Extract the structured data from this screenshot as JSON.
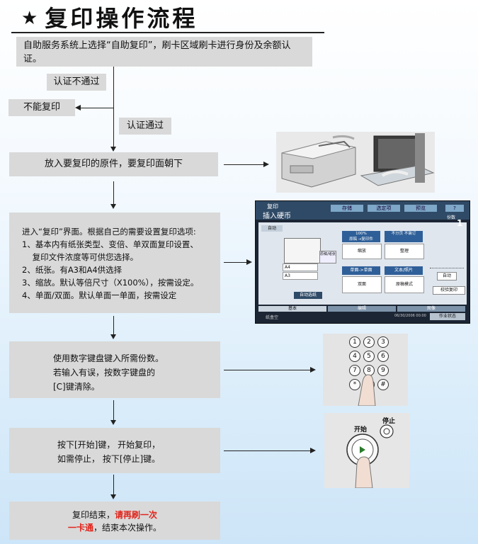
{
  "title": {
    "star": "★",
    "text": "复印操作流程"
  },
  "steps": {
    "step1": "自助服务系统上选择“自助复印”，刷卡区域刷卡进行身份及余额认证。",
    "auth_fail": "认证不通过",
    "cannot_copy": "不能复印",
    "auth_pass": "认证通过",
    "step2": "放入要复印的原件，要复印面朝下",
    "step3_lines": [
      "进入“复印”界面。根据自己的需要设置复印选项:",
      "1、基本内有纸张类型、变倍、单双面复印设置、",
      "    复印文件浓度等可供您选择。",
      "2、纸张。有A3和A4供选择",
      "3、缩放。默认等倍尺寸（X100%），按需设定。",
      "4、单面/双面。默认单面一单面，按需设定"
    ],
    "step4_lines": [
      "使用数字键盘键入所需份数。",
      "若输入有误，按数字键盘的",
      "[C]键清除。"
    ],
    "step5_lines": [
      "按下[开始]键， 开始复印，",
      "如需停止， 按下[停止]键。"
    ],
    "step6": {
      "prefix": "复印结束，",
      "highlight1": "请再刷一次",
      "highlight2": "一卡通",
      "suffix": "，结束本次操作。"
    }
  },
  "panel_screen": {
    "title": "复印",
    "subtitle": "插入硬币",
    "top_buttons": [
      "存储",
      "选定项",
      "预览"
    ],
    "help": "?",
    "copies_label": "份数",
    "copies": "1",
    "auto": "自动",
    "paper_a4": "A4",
    "paper_a3": "A3",
    "orig_label": "原稿/纸张",
    "auto_paper": "自动选纸",
    "zoom_value": "100%",
    "zoom_label": "原稿 →复印件",
    "zoom_btn": "缩放",
    "sort_label": "不分页 不装订",
    "finish_btn": "整理",
    "duplex_label": "单面->单面",
    "duplex_btn": "双面",
    "text_photo": "文本/照片",
    "orig_mode": "原稿模式",
    "density_auto": "自动",
    "copy_verify": "校验复印",
    "tabs": [
      "基本",
      "编辑",
      "图像"
    ],
    "status_left": "纸盒空",
    "status_date": "06/30/2006 00:00",
    "job_status": "作业状态"
  },
  "keypad": {
    "keys": [
      "1",
      "2",
      "3",
      "4",
      "5",
      "6",
      "7",
      "8",
      "9",
      "*",
      "0",
      "#"
    ]
  },
  "start_panel": {
    "start_label": "开始",
    "stop_label": "停止"
  }
}
